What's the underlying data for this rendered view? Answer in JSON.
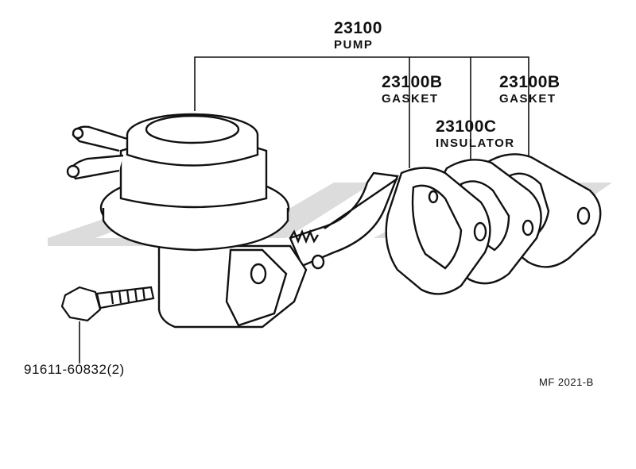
{
  "labels": {
    "pump": {
      "number": "23100",
      "name": "PUMP"
    },
    "gasket_left": {
      "number": "23100B",
      "name": "GASKET"
    },
    "gasket_right": {
      "number": "23100B",
      "name": "GASKET"
    },
    "insulator": {
      "number": "23100C",
      "name": "INSULATOR"
    },
    "bolt": {
      "number": "91611-60832(2)"
    }
  },
  "drawing_code": "MF 2021-B",
  "colors": {
    "line": "#111111",
    "watermark": "#d9d9d9"
  }
}
